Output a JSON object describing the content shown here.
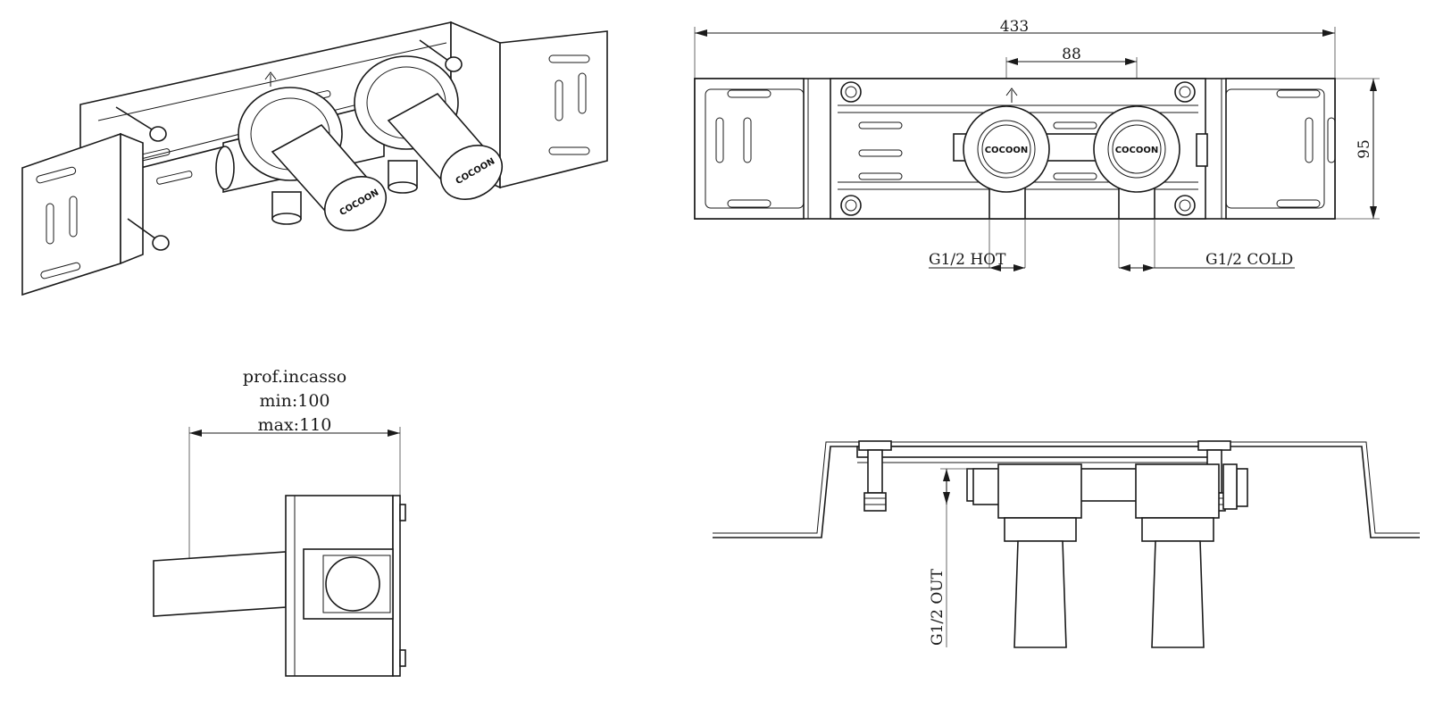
{
  "brand": {
    "logo_text": "COCOON"
  },
  "front_view": {
    "dim_width": "433",
    "dim_center": "88",
    "dim_height": "95",
    "hot_label": "G1/2  HOT",
    "cold_label": "G1/2  COLD"
  },
  "side_view": {
    "depth_title": "prof.incasso",
    "depth_min": "min:100",
    "depth_max": "max:110"
  },
  "top_view": {
    "out_label": "G1/2  OUT"
  },
  "icons": [
    "up-arrow-icon"
  ],
  "colors": {
    "line": "#1a1a1a",
    "background": "#ffffff"
  }
}
